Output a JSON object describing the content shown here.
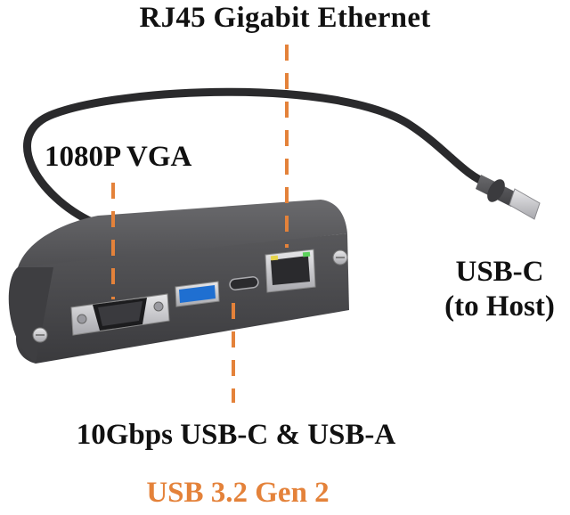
{
  "labels": {
    "ethernet": "RJ45 Gigabit Ethernet",
    "vga": "1080P VGA",
    "host_line1": "USB-C",
    "host_line2": "(to Host)",
    "usb_ports": "10Gbps USB-C & USB-A",
    "usb_gen": "USB 3.2 Gen 2"
  },
  "colors": {
    "accent": "#E4823A",
    "text": "#111111",
    "hub_body": "#4a4a4c",
    "usb_a_port": "#1f6fd1"
  }
}
